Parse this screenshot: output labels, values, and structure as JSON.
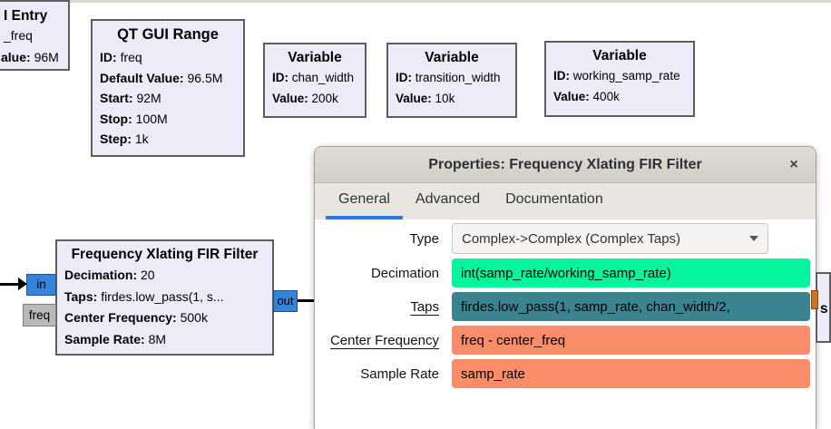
{
  "canvas": {
    "entry_block": {
      "title_fragment": "I Entry",
      "id_fragment": "_freq",
      "value_label_fragment": "alue:",
      "value": "96M"
    },
    "range_block": {
      "title": "QT GUI Range",
      "params": [
        {
          "label": "ID:",
          "value": "freq"
        },
        {
          "label": "Default Value:",
          "value": "96.5M"
        },
        {
          "label": "Start:",
          "value": "92M"
        },
        {
          "label": "Stop:",
          "value": "100M"
        },
        {
          "label": "Step:",
          "value": "1k"
        }
      ]
    },
    "variable_blocks": [
      {
        "title": "Variable",
        "params": [
          {
            "label": "ID:",
            "value": "chan_width"
          },
          {
            "label": "Value:",
            "value": "200k"
          }
        ]
      },
      {
        "title": "Variable",
        "params": [
          {
            "label": "ID:",
            "value": "transition_width"
          },
          {
            "label": "Value:",
            "value": "10k"
          }
        ]
      },
      {
        "title": "Variable",
        "params": [
          {
            "label": "ID:",
            "value": "working_samp_rate"
          },
          {
            "label": "Value:",
            "value": "400k"
          }
        ]
      }
    ],
    "fxff_block": {
      "title": "Frequency Xlating FIR Filter",
      "params": [
        {
          "label": "Decimation:",
          "value": "20"
        },
        {
          "label": "Taps:",
          "value": "firdes.low_pass(1, s..."
        },
        {
          "label": "Center Frequency:",
          "value": "500k"
        },
        {
          "label": "Sample Rate:",
          "value": "8M"
        }
      ],
      "ports": {
        "in_label": "in",
        "freq_label": "freq",
        "out_label": "out"
      }
    },
    "partial_block": {
      "title_fragment": "s"
    }
  },
  "dialog": {
    "title": "Properties: Frequency Xlating FIR Filter",
    "close_label": "×",
    "tabs": [
      {
        "label": "General",
        "active": true
      },
      {
        "label": "Advanced",
        "active": false
      },
      {
        "label": "Documentation",
        "active": false
      }
    ],
    "rows": [
      {
        "label": "Type",
        "value": "Complex->Complex (Complex Taps)",
        "kind": "dropdown"
      },
      {
        "label": "Decimation",
        "value": "int(samp_rate/working_samp_rate)",
        "kind": "int"
      },
      {
        "label": "Taps",
        "value": "firdes.low_pass(1, samp_rate, chan_width/2,",
        "kind": "complex_vector",
        "underlined": true
      },
      {
        "label": "Center Frequency",
        "value": "freq - center_freq",
        "kind": "real",
        "underlined": true
      },
      {
        "label": "Sample Rate",
        "value": "samp_rate",
        "kind": "real"
      }
    ]
  },
  "colors": {
    "accent_blue_underline": "#2d7be0",
    "field_int_green": "#06f49b",
    "field_taps_teal": "#3a8492",
    "field_real_salmon": "#f98d69",
    "port_blue": "#3584dc",
    "port_gray": "#b9b9b9",
    "port_orange": "#cf7320",
    "block_fill": "#eeebf9",
    "titlebar_gray": "#d6d2ca"
  }
}
